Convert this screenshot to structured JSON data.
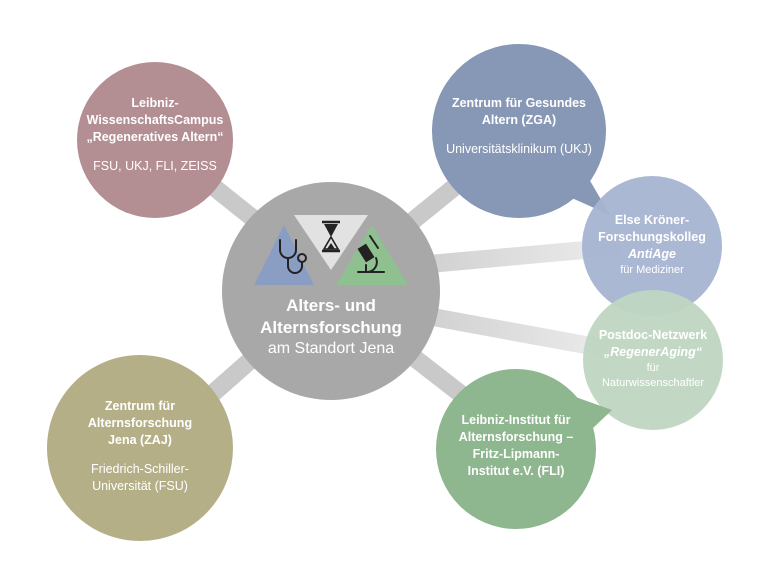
{
  "colors": {
    "background": "#ffffff",
    "center": "#a8a8a8",
    "connector": "#c9c9c9",
    "campus": "#b38e92",
    "zga": "#8797b6",
    "kroener": "#a6b4d1",
    "postdoc": "#bfd6c2",
    "fli": "#8eb68f",
    "zaj": "#b5af88",
    "triangle_blue": "#8a9dc2",
    "triangle_white": "#e2e2e2",
    "triangle_green": "#8fc08f"
  },
  "center": {
    "icons": [
      "stethoscope-icon",
      "hourglass-icon",
      "microscope-icon"
    ],
    "title_line1": "Alters- und",
    "title_line2": "Alternsforschung",
    "subtitle": "am Standort Jena"
  },
  "nodes": {
    "campus": {
      "line1": "Leibniz-",
      "line2": "WissenschaftsCampus",
      "line3": "„Regeneratives Altern“",
      "detail": "FSU, UKJ, FLI, ZEISS"
    },
    "zga": {
      "line1": "Zentrum für Gesundes",
      "line2": "Altern (ZGA)",
      "detail": "Universitätsklinikum (UKJ)"
    },
    "kroener": {
      "line1": "Else Kröner-",
      "line2": "Forschungskolleg",
      "line3": "AntiAge",
      "detail": "für Mediziner"
    },
    "postdoc": {
      "line1": "Postdoc-Netzwerk",
      "line2": "„RegenerAging“",
      "detail1": "für",
      "detail2": "Naturwissenschaftler"
    },
    "fli": {
      "line1": "Leibniz-Institut für",
      "line2": "Alternsforschung –",
      "line3": "Fritz-Lipmann-",
      "line4": "Institut e.V. (FLI)"
    },
    "zaj": {
      "line1": "Zentrum für",
      "line2": "Alternsforschung",
      "line3": "Jena (ZAJ)",
      "detail1": "Friedrich-Schiller-",
      "detail2": "Universität (FSU)"
    }
  }
}
